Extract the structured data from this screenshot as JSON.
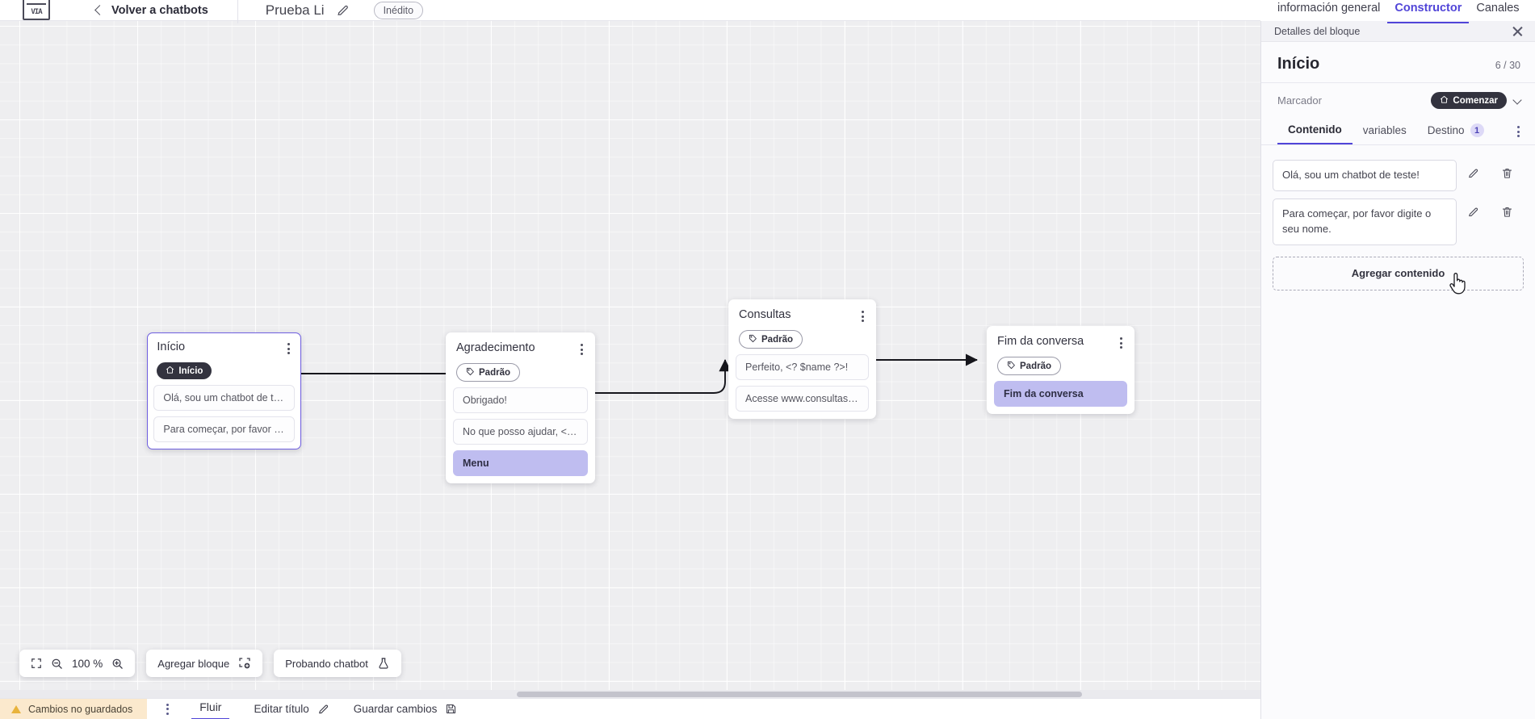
{
  "topbar": {
    "logo_text": "VIA",
    "back_icon": "chevron-left-icon",
    "back_label": "Volver a chatbots",
    "bot_title": "Prueba Li",
    "edit_icon": "pencil-icon",
    "status_badge": "Inédito",
    "tabs": [
      {
        "label": "información general",
        "active": false
      },
      {
        "label": "Constructor",
        "active": true
      },
      {
        "label": "Canales",
        "active": false
      }
    ]
  },
  "canvas": {
    "zoom_value": "100 %",
    "tools": {
      "fit_icon": "fit-screen-icon",
      "zoom_out_icon": "zoom-out-icon",
      "zoom_in_icon": "zoom-in-icon",
      "add_block_label": "Agregar bloque",
      "add_block_icon": "add-block-icon",
      "test_chatbot_label": "Probando chatbot",
      "test_chatbot_icon": "flask-icon"
    },
    "nodes": [
      {
        "id": "inicio",
        "title": "Início",
        "selected": true,
        "tag": {
          "label": "Início",
          "style": "dark",
          "icon": "home-icon"
        },
        "messages": [
          {
            "text": "Olá, sou um chatbot de teste!",
            "style": "plain"
          },
          {
            "text": "Para começar, por favor digite o ...",
            "style": "plain"
          }
        ]
      },
      {
        "id": "agradecimento",
        "title": "Agradecimento",
        "selected": false,
        "tag": {
          "label": "Padrão",
          "style": "outline",
          "icon": "tag-icon"
        },
        "messages": [
          {
            "text": "Obrigado!",
            "style": "plain"
          },
          {
            "text": "No que posso ajudar, <? $name ...",
            "style": "plain"
          },
          {
            "text": "Menu",
            "style": "menu"
          }
        ]
      },
      {
        "id": "consultas",
        "title": "Consultas",
        "selected": false,
        "tag": {
          "label": "Padrão",
          "style": "outline",
          "icon": "tag-icon"
        },
        "messages": [
          {
            "text": "Perfeito, <? $name ?>!",
            "style": "plain"
          },
          {
            "text": "Acesse www.consultas.com par...",
            "style": "plain"
          }
        ]
      },
      {
        "id": "fim",
        "title": "Fim da conversa",
        "selected": false,
        "tag": {
          "label": "Padrão",
          "style": "outline",
          "icon": "tag-icon"
        },
        "messages": [
          {
            "text": "Fim da conversa",
            "style": "menu"
          }
        ]
      }
    ]
  },
  "footer": {
    "unsaved_label": "Cambios no guardados",
    "warning_icon": "warning-triangle-icon",
    "kebab_icon": "more-vertical-icon",
    "flow_tab": "Fluir",
    "edit_title_label": "Editar título",
    "edit_title_icon": "pencil-icon",
    "save_label": "Guardar cambios",
    "save_icon": "save-disk-icon"
  },
  "panel": {
    "header_title": "Detalles del bloque",
    "close_icon": "close-icon",
    "block_title": "Início",
    "block_count": "6 / 30",
    "marker_label": "Marcador",
    "marker_badge": "Comenzar",
    "marker_badge_icon": "home-icon",
    "marker_chevron_icon": "chevron-down-icon",
    "tabs": [
      {
        "label": "Contenido",
        "active": true,
        "badge": null
      },
      {
        "label": "variables",
        "active": false,
        "badge": null
      },
      {
        "label": "Destino",
        "active": false,
        "badge": "1"
      }
    ],
    "tabs_kebab_icon": "more-vertical-icon",
    "contents": [
      {
        "text": "Olá, sou um chatbot de teste!",
        "edit_icon": "pencil-icon",
        "delete_icon": "trash-icon"
      },
      {
        "text": "Para começar, por favor digite o seu nome.",
        "edit_icon": "pencil-icon",
        "delete_icon": "trash-icon"
      }
    ],
    "add_content_label": "Agregar contenido"
  },
  "colors": {
    "accent": "#5145d8",
    "node_selected_border": "#6f5fe0",
    "menu_chip": "#bfbdf0",
    "dark_tag": "#33333f",
    "unsaved_bg": "#fbe9cd",
    "canvas_bg": "#eeeef0"
  }
}
